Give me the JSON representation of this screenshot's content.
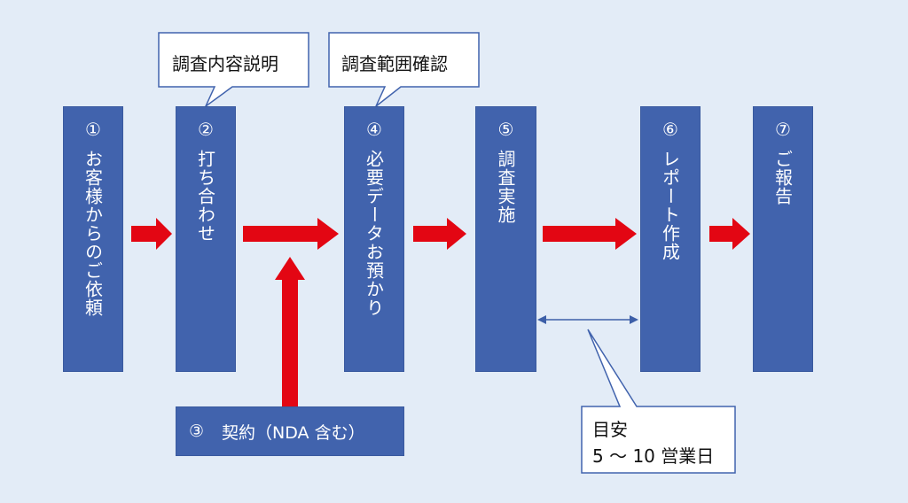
{
  "steps": [
    {
      "num": "①",
      "label": "お客様からのご依頼"
    },
    {
      "num": "②",
      "label": "打ち合わせ"
    },
    {
      "num": "④",
      "label": "必要データお預かり"
    },
    {
      "num": "⑤",
      "label": "調査実施"
    },
    {
      "num": "⑥",
      "label": "レポート作成"
    },
    {
      "num": "⑦",
      "label": "ご報告"
    }
  ],
  "contract": {
    "num": "③",
    "label": "契約（NDA 含む）"
  },
  "callouts": {
    "meeting": "調査内容説明",
    "data": "調査範囲確認"
  },
  "duration": {
    "line1": "目安",
    "line2": "5 〜 10 営業日"
  },
  "colors": {
    "background": "#e3ecf7",
    "box": "#4163ad",
    "arrow": "#e30613",
    "connector": "#3d5fa8"
  }
}
